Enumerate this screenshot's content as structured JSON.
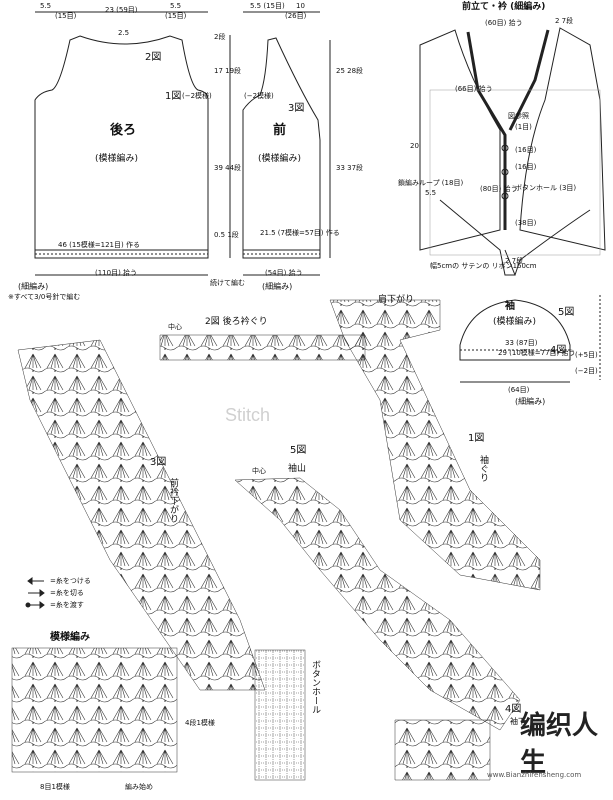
{
  "labels": {
    "fig1": "1図",
    "fig2": "2図",
    "fig3": "3図",
    "fig4": "4図",
    "fig5": "5図"
  },
  "back": {
    "dim_shoulder_l": "5.5",
    "dim_shoulder_l_rows": "(15目)",
    "dim_neck": "23 (59目)",
    "dim_neck_drop": "2.5",
    "dim_shoulder_r": "5.5",
    "dim_shoulder_r_rows": "(15目)",
    "dim_arm": "(−2模様)",
    "title": "後ろ",
    "stitch": "(模様編み)",
    "cast_on": "46 (15模様=121目) 作る",
    "pickup": "(110目) 拾う",
    "ribbing": "(細編み)"
  },
  "notes": {
    "hook": "※すべて3/0号針で編む"
  },
  "center": {
    "dim_top": "2段",
    "dim_17": "17 19段",
    "dim_39": "39 44段",
    "dim_05": "0.5 1段",
    "continue": "続けて編む"
  },
  "front": {
    "dim_shoulder": "5.5 (15目)",
    "dim_neck": "10",
    "dim_neck_rows": "(26目)",
    "dim_arm": "(−2模様)",
    "title": "前",
    "stitch": "(模様編み)",
    "cast_on": "21.5 (7模様=57目) 作る",
    "pickup": "(54目) 拾う",
    "ribbing": "(細編み)",
    "dim_25": "25 28段",
    "dim_33": "33 37段"
  },
  "garment": {
    "title": "前立て・衿 (細編み)",
    "dim_top": "(60目) 拾う",
    "dim_rows": "2 7段",
    "dim_66": "(66目) 拾う",
    "fig_ref": "図参照",
    "rows1": "(1目)",
    "rows16a": "(16目)",
    "rows16b": "(16目)",
    "button_hole": "ボタンホール (3目)",
    "rows38": "(38目)",
    "dim_80": "(80目) 拾う",
    "dim_20": "20",
    "loop": "鎖編みループ (18目)",
    "dim_55": "5.5",
    "ribbon": "幅5cmの サテンの リボン160cm",
    "dim_2": "2 7段"
  },
  "sleeve": {
    "title": "袖",
    "stitch": "(模様編み)",
    "dim_33": "33 (87目)",
    "dim_29": "29 (10模様=77目) 拾う",
    "pickup": "(64目)",
    "ribbing": "(細編み)",
    "plus5": "(+5目)",
    "minus2": "(−2目)"
  },
  "charts": {
    "c2": "2図 後ろ衿ぐり",
    "center": "中心",
    "shoulder": "肩下がり",
    "armhole": "袖ぐり",
    "front_neck": "前衿下がり",
    "sleeve_cap": "袖山",
    "button_hole": "ボタンホール",
    "sleeve_bottom": "袖下"
  },
  "legend": {
    "attach": "=糸をつける",
    "cut": "=糸を切る",
    "pass": "=糸を渡す"
  },
  "swatch": {
    "title": "模様編み",
    "repeat_rows": "4段1模様",
    "repeat_stitch": "8目1模様",
    "start": "編み始め"
  },
  "watermark": "Stitch",
  "site_url": "www.Bianzhirensheng.com"
}
